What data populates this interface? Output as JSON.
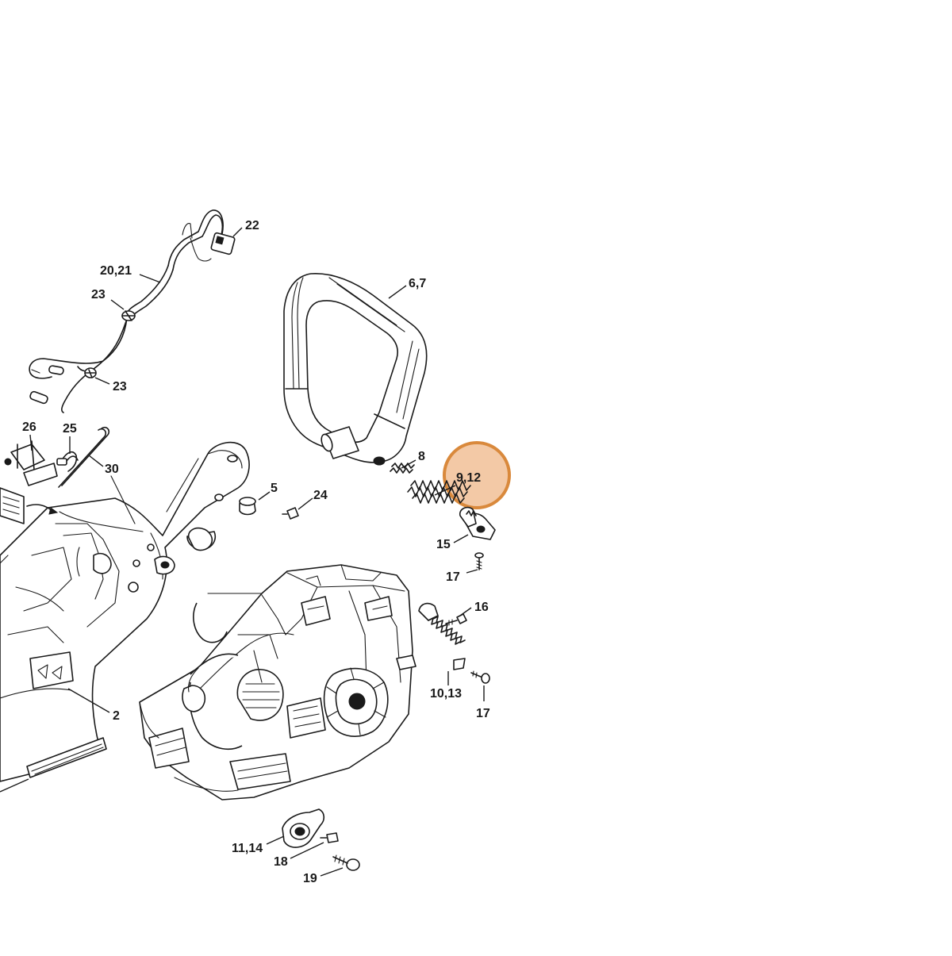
{
  "diagram": {
    "callouts": [
      {
        "id": "c22",
        "label": "22"
      },
      {
        "id": "c2021",
        "label": "20,21"
      },
      {
        "id": "c23a",
        "label": "23"
      },
      {
        "id": "c23b",
        "label": "23"
      },
      {
        "id": "c67",
        "label": "6,7"
      },
      {
        "id": "c26",
        "label": "26"
      },
      {
        "id": "c25",
        "label": "25"
      },
      {
        "id": "c30",
        "label": "30"
      },
      {
        "id": "c8",
        "label": "8"
      },
      {
        "id": "c912",
        "label": "9,12"
      },
      {
        "id": "c5",
        "label": "5"
      },
      {
        "id": "c24",
        "label": "24"
      },
      {
        "id": "c15",
        "label": "15"
      },
      {
        "id": "c17a",
        "label": "17"
      },
      {
        "id": "c16",
        "label": "16"
      },
      {
        "id": "c1013",
        "label": "10,13"
      },
      {
        "id": "c17b",
        "label": "17"
      },
      {
        "id": "c2",
        "label": "2"
      },
      {
        "id": "c1114",
        "label": "11,14"
      },
      {
        "id": "c18",
        "label": "18"
      },
      {
        "id": "c19",
        "label": "19"
      }
    ],
    "highlight": {
      "target": "9,12",
      "fill": "#f3c9a6",
      "stroke": "#d9893c"
    }
  }
}
